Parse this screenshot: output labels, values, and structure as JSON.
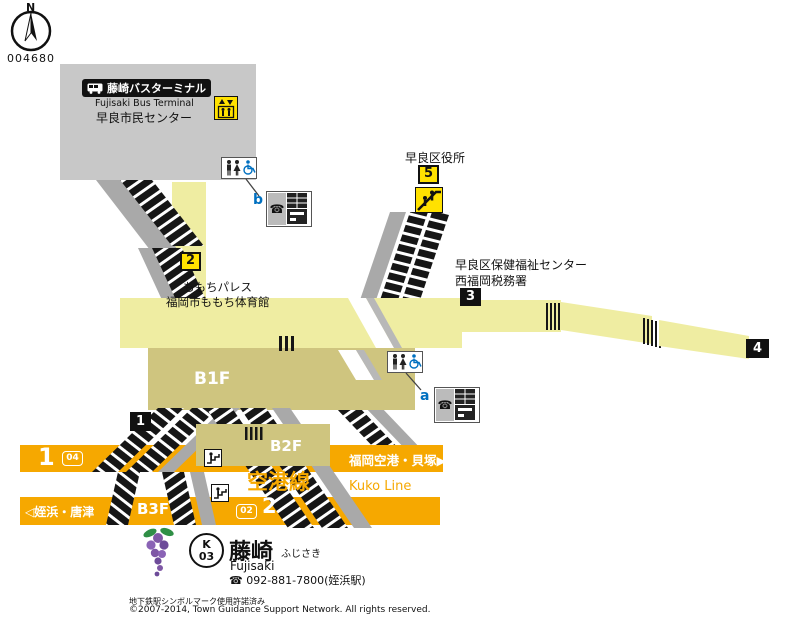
{
  "compass": {
    "label": "N"
  },
  "map_code": "004680",
  "building": {
    "bus_terminal_jp": "藤崎バスターミナル",
    "bus_terminal_en": "Fujisaki Bus Terminal",
    "civic_center": "早良市民センター"
  },
  "places": {
    "ward_office": "早良区役所",
    "welfare_center": "早良区保健福祉センター",
    "tax_office": "西福岡税務署",
    "momochi_palace": "ももちパレス",
    "momochi_gym": "福岡市ももち体育館"
  },
  "exits": {
    "e1": "1",
    "e2": "2",
    "e3": "3",
    "e4": "4",
    "e5": "5"
  },
  "floors": {
    "b1f": "B1F",
    "b2f": "B2F",
    "b3f": "B3F"
  },
  "platform1": {
    "number": "1",
    "door_badge": "04",
    "direction": "福岡空港・貝塚▶"
  },
  "platform2": {
    "number": "2",
    "door_badge": "02",
    "direction": "◁姪浜・唐津"
  },
  "line": {
    "jp": "空港線",
    "en": "Kuko Line"
  },
  "callouts": {
    "a": "a",
    "b": "b"
  },
  "station": {
    "line_letter": "K",
    "number": "03",
    "name_jp": "藤崎",
    "name_kana": "ふじさき",
    "name_en": "Fujisaki",
    "phone": "☎ 092-881-7800(姪浜駅)"
  },
  "footer": {
    "license": "地下鉄駅シンボルマーク使用許諾済み",
    "copyright": "©2007-2014, Town Guidance Support Network. All rights reserved."
  },
  "colors": {
    "line_orange": "#f6a800",
    "concourse_yellow": "#efeda2",
    "floor_khaki": "#cfc57f",
    "exit_yellow": "#ffe100",
    "callout_blue": "#0070c0"
  }
}
